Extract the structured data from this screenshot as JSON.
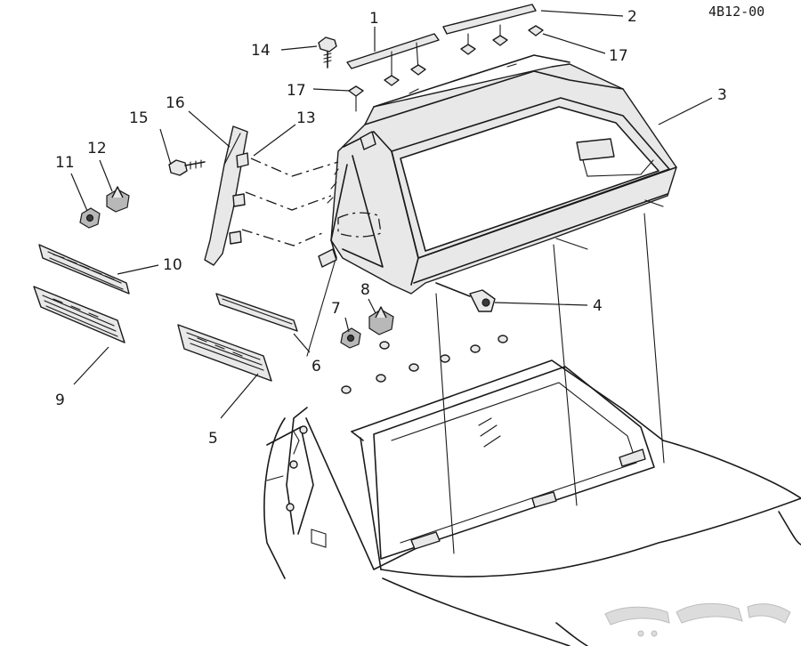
{
  "diagram_code": "4B12-00",
  "callouts": [
    "1",
    "2",
    "3",
    "4",
    "5",
    "6",
    "7",
    "8",
    "9",
    "10",
    "11",
    "12",
    "13",
    "14",
    "15",
    "16",
    "17",
    "17"
  ],
  "colors": {
    "ink": "#1a1a1a",
    "paper": "#ffffff",
    "shade": "#e8e8e8"
  }
}
